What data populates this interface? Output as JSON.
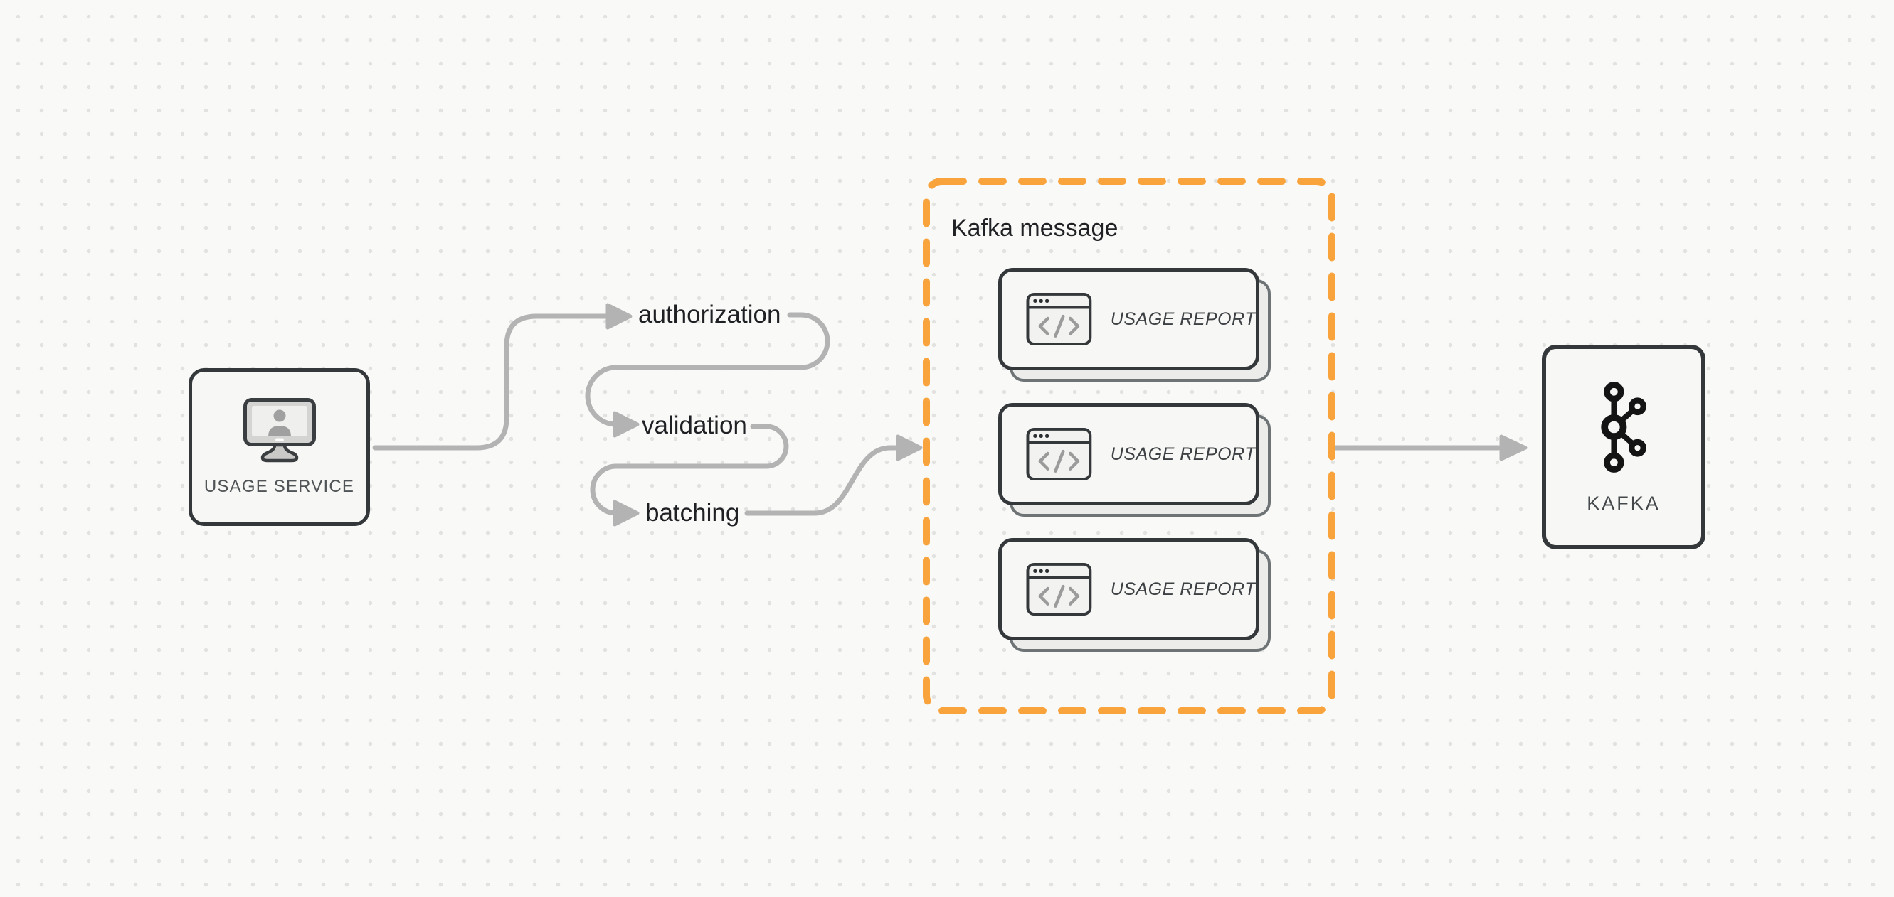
{
  "canvas": {
    "background": "#f9f9f7",
    "dot_color": "#e2e2e0"
  },
  "colors": {
    "connector_gray": "#b3b3b3",
    "accent_orange": "#f9a33c",
    "border_dark": "#34383b",
    "node_background": "#f7f7f5",
    "shadow_card_border": "#6e7376",
    "shadow_card_background": "#ececea",
    "label_dark": "#1e2023",
    "label_muted": "#505456"
  },
  "usage_service": {
    "label": "USAGE SERVICE",
    "icon": "monitor-user-icon"
  },
  "pipeline_steps": [
    {
      "label": "authorization"
    },
    {
      "label": "validation"
    },
    {
      "label": "batching"
    }
  ],
  "kafka_message_group": {
    "title": "Kafka message",
    "cards": [
      {
        "label": "USAGE REPORT",
        "icon": "code-window-icon"
      },
      {
        "label": "USAGE REPORT",
        "icon": "code-window-icon"
      },
      {
        "label": "USAGE REPORT",
        "icon": "code-window-icon"
      }
    ]
  },
  "kafka": {
    "label": "KAFKA",
    "icon": "kafka-logo-icon"
  }
}
